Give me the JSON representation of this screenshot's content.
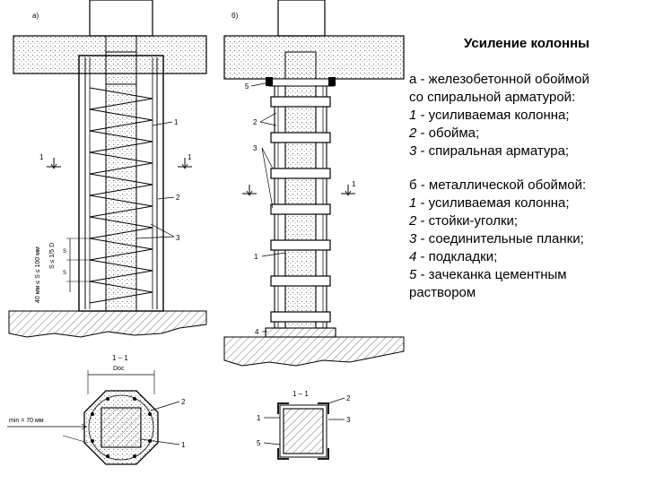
{
  "drawing": {
    "panel_a_label": "а)",
    "panel_b_label": "б)",
    "section_mark": "1",
    "section_title": "1 – 1",
    "a": {
      "callouts": [
        "1",
        "2",
        "3"
      ],
      "dim_text_1": "40 мм ≤ S ≤ 100 мм",
      "dim_text_2": "S ≤ 1/5 D",
      "dim_s": "S",
      "d_label": "Dос",
      "min_label": "min = 70 мм"
    },
    "b": {
      "callouts_elev": [
        "2",
        "3",
        "5",
        "1",
        "4"
      ],
      "callouts_sect": [
        "2",
        "1",
        "3",
        "5"
      ]
    }
  },
  "panel": {
    "title": "Усиление колонны",
    "lines": [
      {
        "num": "",
        "text": "а - железобетонной обоймой"
      },
      {
        "num": "",
        "text": "со спиральной арматурой:"
      },
      {
        "num": "1",
        "text": " - усиливаемая колонна;"
      },
      {
        "num": "2",
        "text": " - обойма;"
      },
      {
        "num": "3",
        "text": " - спиральная арматура;"
      },
      {
        "gap": true
      },
      {
        "num": "",
        "text": "б - металлической обоймой:"
      },
      {
        "num": "1",
        "text": " - усиливаемая колонна;"
      },
      {
        "num": "2",
        "text": " - стойки-уголки;"
      },
      {
        "num": "3",
        "text": " - соединительные планки;"
      },
      {
        "num": "4",
        "text": " - подкладки;"
      },
      {
        "num": "5",
        "text": " - зачеканка цементным"
      },
      {
        "num": "",
        "text": "раствором"
      }
    ]
  }
}
